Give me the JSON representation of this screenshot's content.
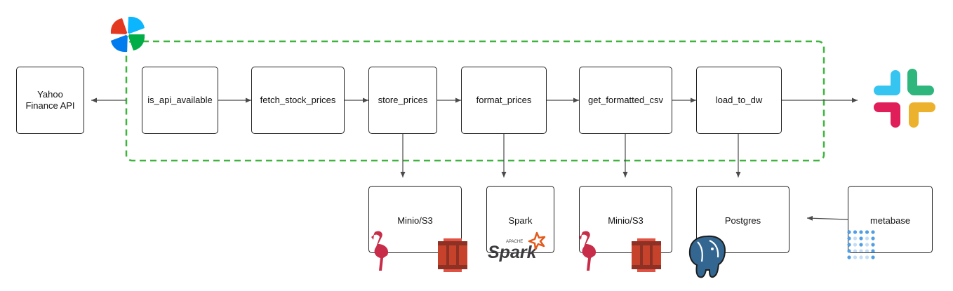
{
  "colors": {
    "box_border": "#222222",
    "arrow": "#4a4a4a",
    "dag_border": "#3db53d",
    "airflow": [
      "#e43921",
      "#00ad46",
      "#0cb6ff",
      "#017cee"
    ],
    "slack": [
      "#36c5f0",
      "#2eb67d",
      "#ecb22e",
      "#e01e5a"
    ],
    "minio": "#c72c48",
    "s3": "#c7422b",
    "spark": "#e25a1c",
    "postgres": "#336791",
    "metabase": "#509ee3"
  },
  "icons": {
    "orchestrator": "airflow-pinwheel-icon",
    "notifier": "slack-icon",
    "object_store_a": "minio-flamingo-icon",
    "object_store_b": "aws-s3-bucket-icon",
    "compute": "apache-spark-logo",
    "warehouse": "postgres-elephant-icon",
    "bi": "metabase-dots-icon"
  },
  "source": {
    "label": "Yahoo\nFinance API"
  },
  "tasks": [
    {
      "id": "is-api-available",
      "label": "is_api_available"
    },
    {
      "id": "fetch-stock-prices",
      "label": "fetch_stock_prices"
    },
    {
      "id": "store-prices",
      "label": "store_prices"
    },
    {
      "id": "format-prices",
      "label": "format_prices"
    },
    {
      "id": "get-formatted-csv",
      "label": "get_formatted_csv"
    },
    {
      "id": "load-to-dw",
      "label": "load_to_dw"
    }
  ],
  "services": [
    {
      "id": "minio-s3-raw",
      "label": "Minio/S3"
    },
    {
      "id": "spark",
      "label": "Spark"
    },
    {
      "id": "minio-s3-formatted",
      "label": "Minio/S3"
    },
    {
      "id": "postgres",
      "label": "Postgres"
    },
    {
      "id": "metabase",
      "label": "metabase"
    }
  ],
  "logos": {
    "spark_small": "APACHE",
    "spark_word": "Spark"
  }
}
